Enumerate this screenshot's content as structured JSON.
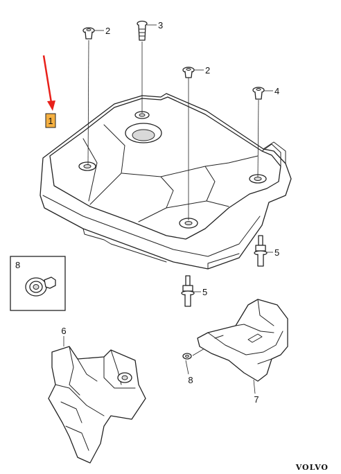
{
  "diagram": {
    "highlighted_callout": "1",
    "callouts": [
      {
        "id": "c1",
        "label": "1"
      },
      {
        "id": "c2a",
        "label": "2"
      },
      {
        "id": "c3",
        "label": "3"
      },
      {
        "id": "c2b",
        "label": "2"
      },
      {
        "id": "c4",
        "label": "4"
      },
      {
        "id": "c5a",
        "label": "5"
      },
      {
        "id": "c5b",
        "label": "5"
      },
      {
        "id": "c8a",
        "label": "8"
      },
      {
        "id": "c6",
        "label": "6"
      },
      {
        "id": "c8b",
        "label": "8"
      },
      {
        "id": "c7",
        "label": "7"
      }
    ],
    "brand": "VOLVO",
    "colors": {
      "arrow": "#e8201a",
      "highlight_fill": "#f5b041",
      "line": "#222222"
    }
  }
}
